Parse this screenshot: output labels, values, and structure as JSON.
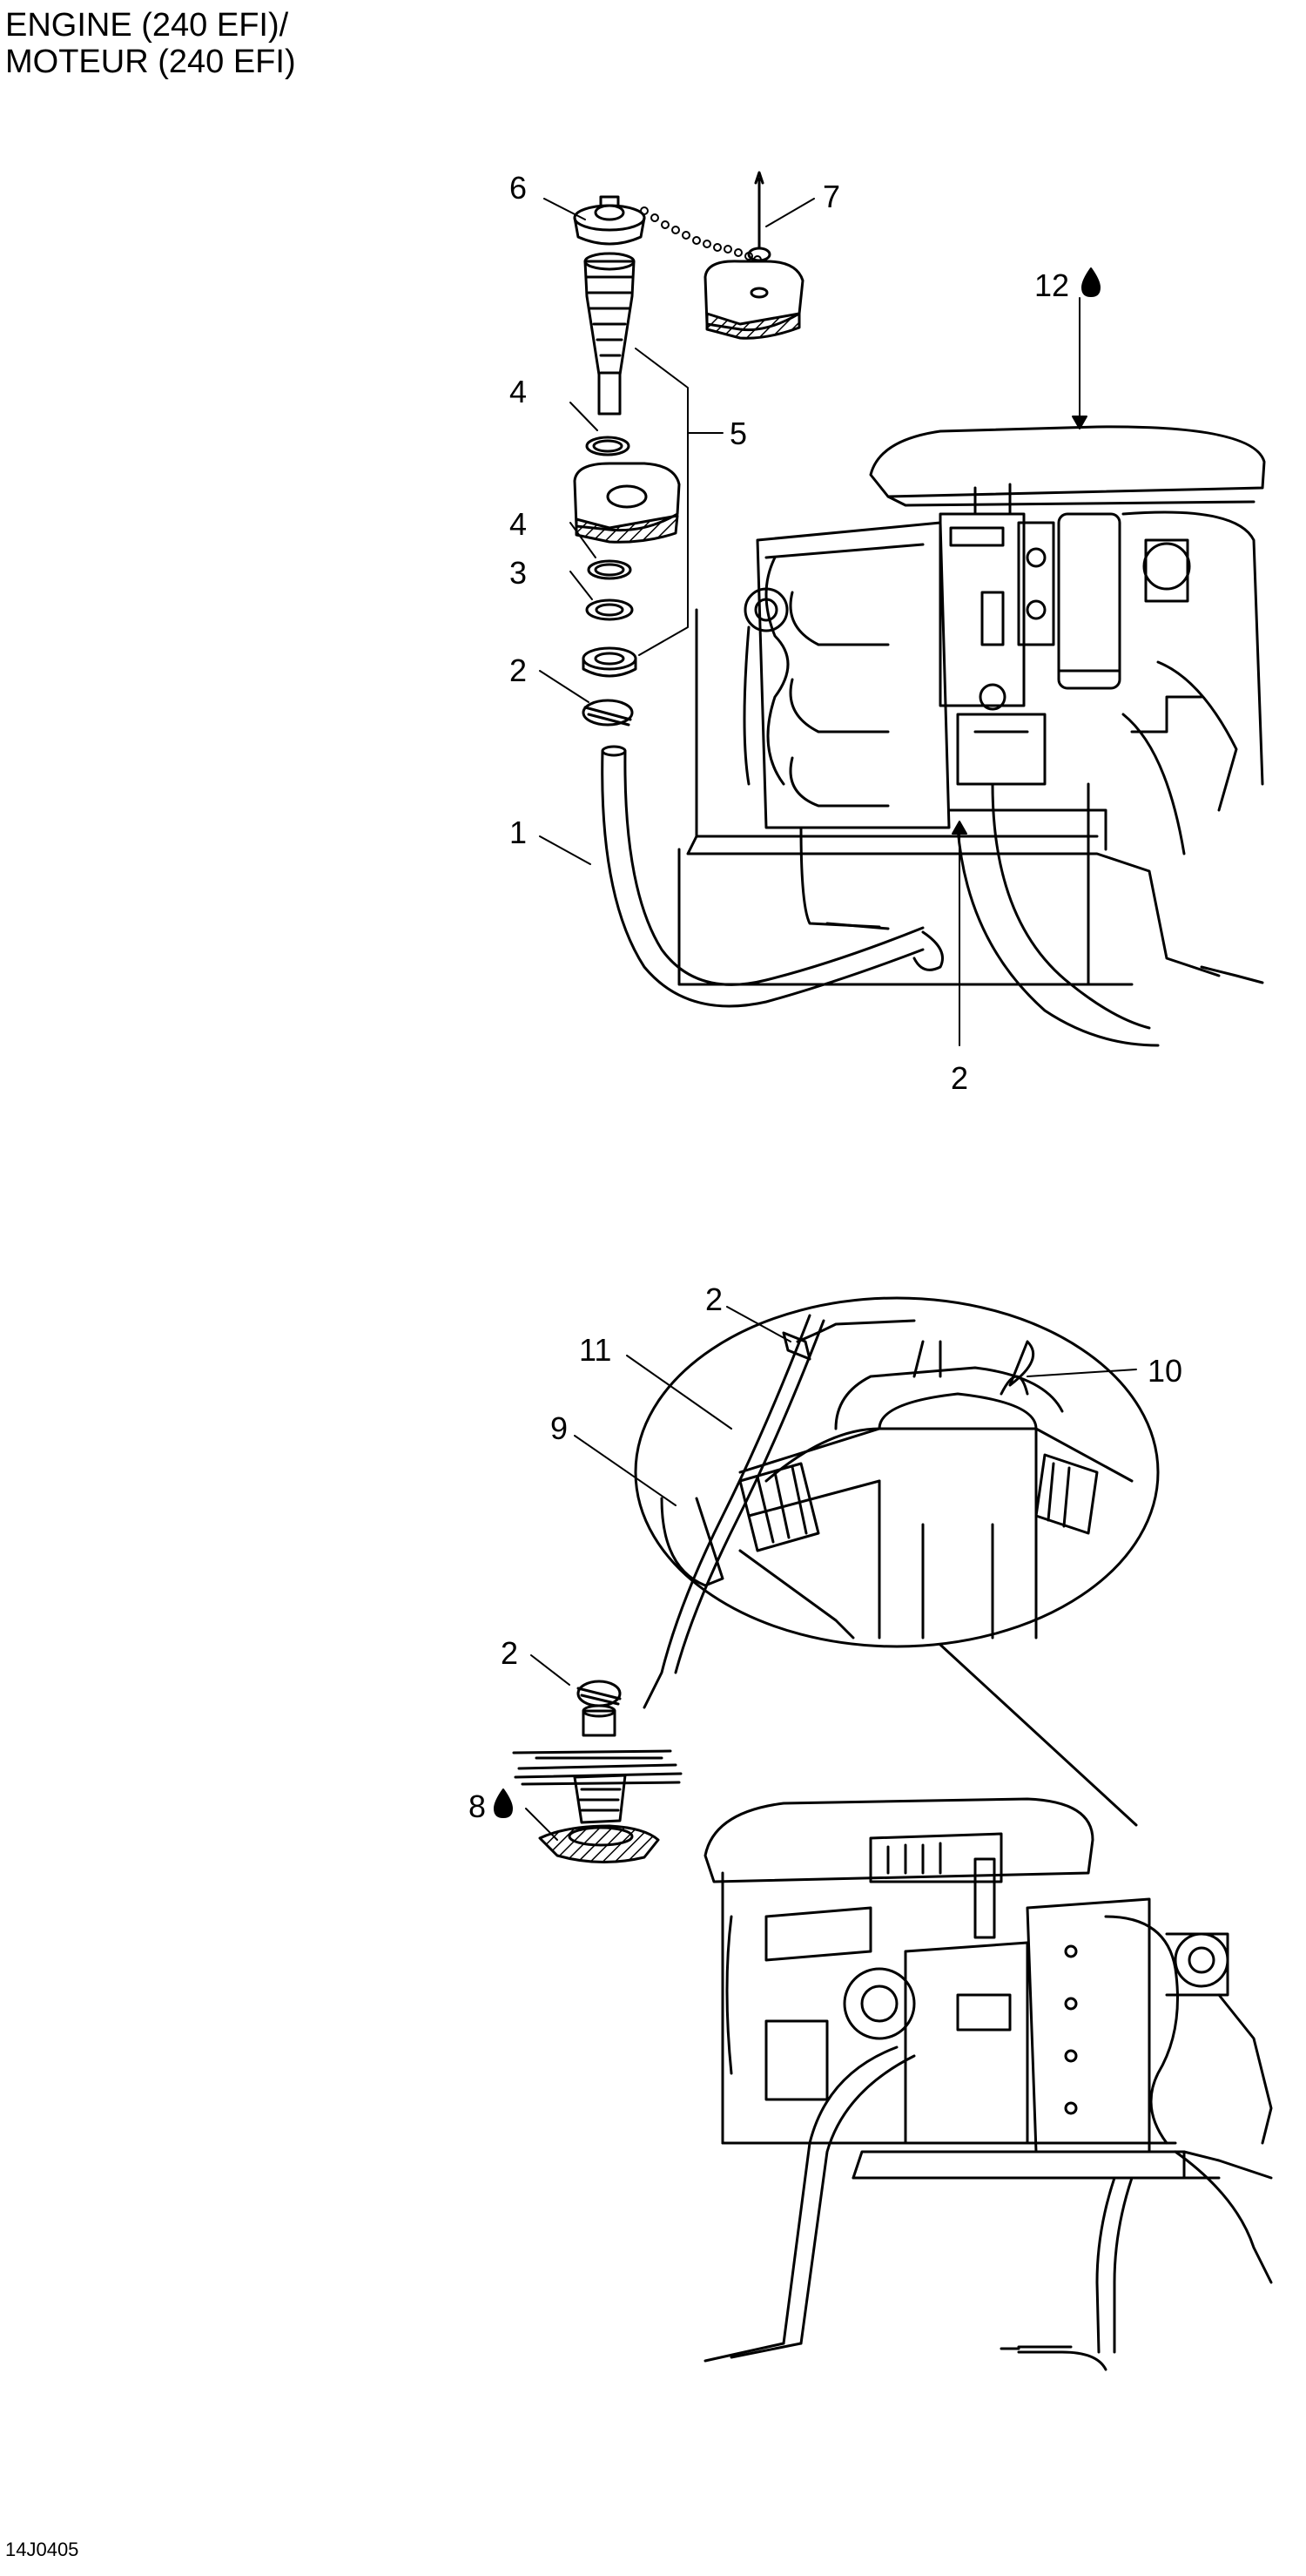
{
  "header": {
    "title_line1": "ENGINE (240 EFI)/",
    "title_line2": "MOTEUR (240 EFI)"
  },
  "figure_code": "14J0405",
  "callouts": {
    "c6": "6",
    "c7": "7",
    "c12": "12",
    "c4a": "4",
    "c5": "5",
    "c4b": "4",
    "c3": "3",
    "c2a": "2",
    "c1": "1",
    "c2b": "2",
    "c2c": "2",
    "c11": "11",
    "c10": "10",
    "c9": "9",
    "c2d": "2",
    "c8": "8"
  },
  "icons": {
    "oil_drop": "drop-icon"
  }
}
